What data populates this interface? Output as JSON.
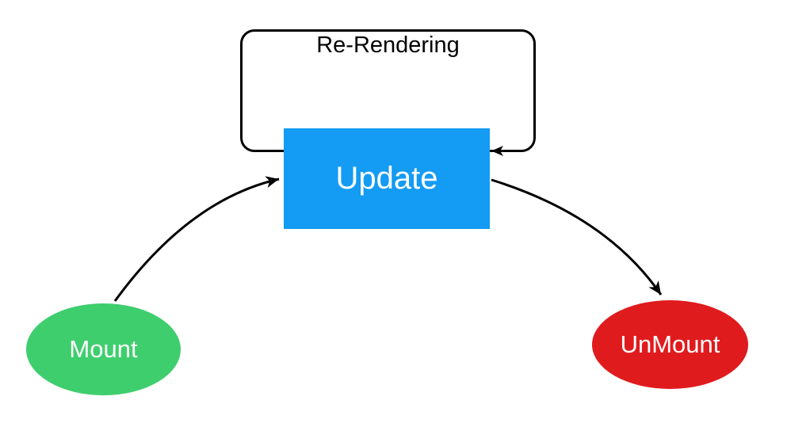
{
  "diagram": {
    "loop": {
      "label": "Re-Rendering"
    },
    "nodes": {
      "update": {
        "label": "Update",
        "shape": "rectangle",
        "color": "#149BF3",
        "text_color": "#FFFFFF"
      },
      "mount": {
        "label": "Mount",
        "shape": "ellipse",
        "color": "#3FCE6D",
        "text_color": "#FFFFFF"
      },
      "unmount": {
        "label": "UnMount",
        "shape": "ellipse",
        "color": "#E01B1E",
        "text_color": "#FFFFFF"
      }
    },
    "edges": [
      {
        "from": "mount",
        "to": "update",
        "style": "curved-arrow"
      },
      {
        "from": "update",
        "to": "unmount",
        "style": "curved-arrow"
      },
      {
        "from": "update",
        "to": "update",
        "style": "self-loop",
        "label": "Re-Rendering"
      }
    ],
    "line_color": "#000000",
    "background": "#FFFFFF"
  }
}
